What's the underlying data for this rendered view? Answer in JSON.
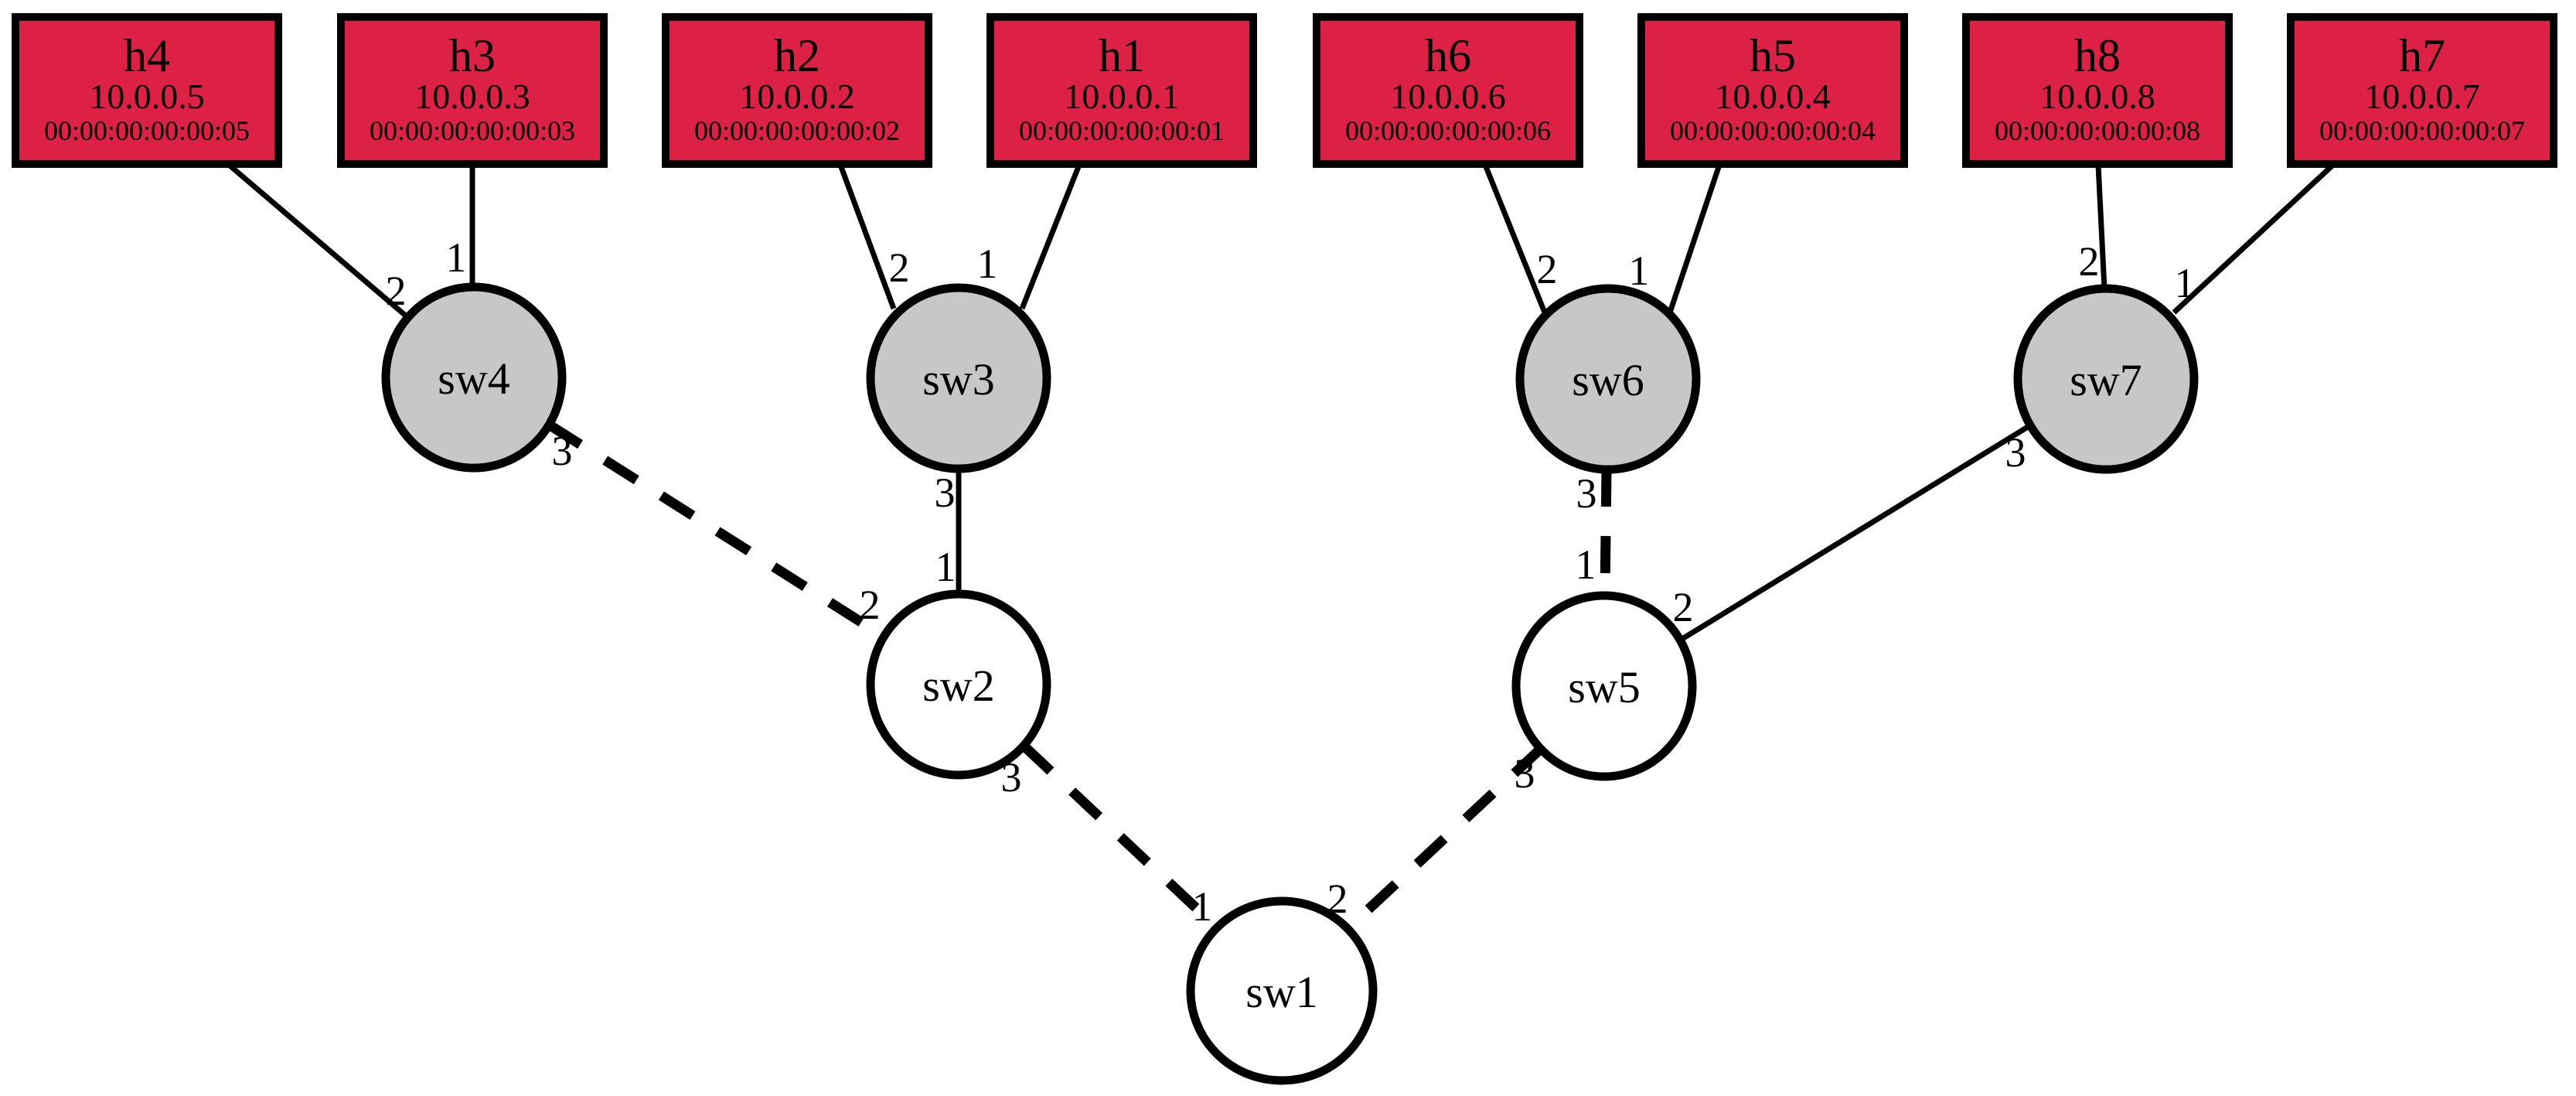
{
  "diagram": {
    "hosts": [
      {
        "name": "h4",
        "ip": "10.0.0.5",
        "mac": "00:00:00:00:00:05"
      },
      {
        "name": "h3",
        "ip": "10.0.0.3",
        "mac": "00:00:00:00:00:03"
      },
      {
        "name": "h2",
        "ip": "10.0.0.2",
        "mac": "00:00:00:00:00:02"
      },
      {
        "name": "h1",
        "ip": "10.0.0.1",
        "mac": "00:00:00:00:00:01"
      },
      {
        "name": "h6",
        "ip": "10.0.0.6",
        "mac": "00:00:00:00:00:06"
      },
      {
        "name": "h5",
        "ip": "10.0.0.4",
        "mac": "00:00:00:00:00:04"
      },
      {
        "name": "h8",
        "ip": "10.0.0.8",
        "mac": "00:00:00:00:00:08"
      },
      {
        "name": "h7",
        "ip": "10.0.0.7",
        "mac": "00:00:00:00:00:07"
      }
    ],
    "switches": [
      {
        "name": "sw4",
        "fill": "#c7c7c7"
      },
      {
        "name": "sw3",
        "fill": "#c7c7c7"
      },
      {
        "name": "sw6",
        "fill": "#c7c7c7"
      },
      {
        "name": "sw7",
        "fill": "#c7c7c7"
      },
      {
        "name": "sw2",
        "fill": "#ffffff"
      },
      {
        "name": "sw5",
        "fill": "#ffffff"
      },
      {
        "name": "sw1",
        "fill": "#ffffff"
      }
    ],
    "links": [
      {
        "from": "h4",
        "to": "sw4",
        "to_port": "2",
        "style": "solid"
      },
      {
        "from": "h3",
        "to": "sw4",
        "to_port": "1",
        "style": "solid"
      },
      {
        "from": "h2",
        "to": "sw3",
        "to_port": "2",
        "style": "solid"
      },
      {
        "from": "h1",
        "to": "sw3",
        "to_port": "1",
        "style": "solid"
      },
      {
        "from": "h6",
        "to": "sw6",
        "to_port": "2",
        "style": "solid"
      },
      {
        "from": "h5",
        "to": "sw6",
        "to_port": "1",
        "style": "solid"
      },
      {
        "from": "h8",
        "to": "sw7",
        "to_port": "2",
        "style": "solid"
      },
      {
        "from": "h7",
        "to": "sw7",
        "to_port": "1",
        "style": "solid"
      },
      {
        "from": "sw3",
        "to": "sw2",
        "from_port": "3",
        "to_port": "1",
        "style": "solid"
      },
      {
        "from": "sw7",
        "to": "sw5",
        "from_port": "3",
        "to_port": "2",
        "style": "solid"
      },
      {
        "from": "sw4",
        "to": "sw2",
        "from_port": "3",
        "to_port": "2",
        "style": "dashed"
      },
      {
        "from": "sw6",
        "to": "sw5",
        "from_port": "3",
        "to_port": "1",
        "style": "dashed"
      },
      {
        "from": "sw2",
        "to": "sw1",
        "from_port": "3",
        "to_port": "1",
        "style": "dashed"
      },
      {
        "from": "sw5",
        "to": "sw1",
        "from_port": "3",
        "to_port": "2",
        "style": "dashed"
      }
    ],
    "colors": {
      "host_fill": "#dc2144",
      "host_border": "#000000",
      "edge_switch_fill": "#c7c7c7",
      "core_switch_fill": "#ffffff",
      "link_stroke": "#000000",
      "background": "#ffffff"
    }
  }
}
